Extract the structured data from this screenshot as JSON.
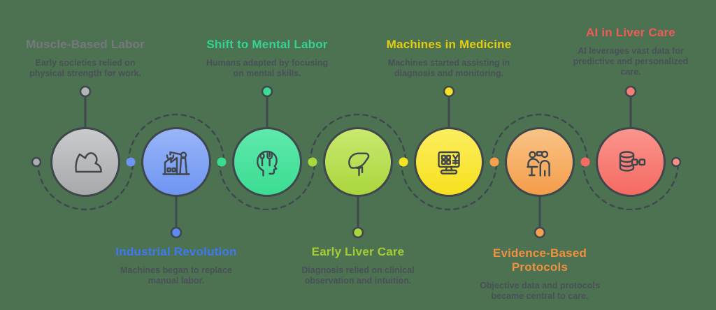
{
  "colors": {
    "background": "#4C7252",
    "outline": "#3F474C",
    "description_text": "#495057"
  },
  "connector_dots": [
    "#ABADAF",
    "#6E95F3",
    "#3BDC92",
    "#ACD83F",
    "#F7E225",
    "#F5A14F",
    "#F56C63",
    "#F9918A"
  ],
  "items": [
    {
      "title": "Muscle-Based Labor",
      "description": "Early societies relied on physical strength for work.",
      "side": "top",
      "icon": "flexed-bicep-icon",
      "title_color": "#75797E",
      "circle_top": "#C9CBCD",
      "circle_bottom": "#A6A8AA",
      "dot_color": "#B4B6B8"
    },
    {
      "title": "Industrial Revolution",
      "description": "Machines began to replace manual labor.",
      "side": "bottom",
      "icon": "factory-robot-arm-icon",
      "title_color": "#3E79F0",
      "circle_top": "#9AB5F8",
      "circle_bottom": "#6E95F3",
      "dot_color": "#5E8BF2"
    },
    {
      "title": "Shift to Mental Labor",
      "description": "Humans adapted by focusing on mental skills.",
      "side": "top",
      "icon": "head-fork-spoon-icon",
      "title_color": "#35D294",
      "circle_top": "#5FE9AC",
      "circle_bottom": "#3BDC92",
      "dot_color": "#3BDC92"
    },
    {
      "title": "Early Liver Care",
      "description": "Diagnosis relied on clinical observation and intuition.",
      "side": "bottom",
      "icon": "liver-icon",
      "title_color": "#A6CC33",
      "circle_top": "#C9E970",
      "circle_bottom": "#A9D63C",
      "dot_color": "#A9D63C"
    },
    {
      "title": "Machines in Medicine",
      "description": "Machines started assisting in diagnosis and monitoring.",
      "side": "top",
      "icon": "medical-monitor-icon",
      "title_color": "#E3CD14",
      "circle_top": "#FBEE60",
      "circle_bottom": "#F7E01D",
      "dot_color": "#F7E225"
    },
    {
      "title": "Evidence-Based Protocols",
      "description": "Objective data and protocols became central to care.",
      "side": "bottom",
      "icon": "doctor-patient-icon",
      "title_color": "#F09140",
      "circle_top": "#F9C488",
      "circle_bottom": "#F49C49",
      "dot_color": "#F5A14F"
    },
    {
      "title": "AI in Liver Care",
      "description": "AI leverages vast data for predictive and personalized care.",
      "side": "top",
      "icon": "database-link-icon",
      "title_color": "#F05B57",
      "circle_top": "#FA958D",
      "circle_bottom": "#F56A61",
      "dot_color": "#F87E74"
    }
  ]
}
